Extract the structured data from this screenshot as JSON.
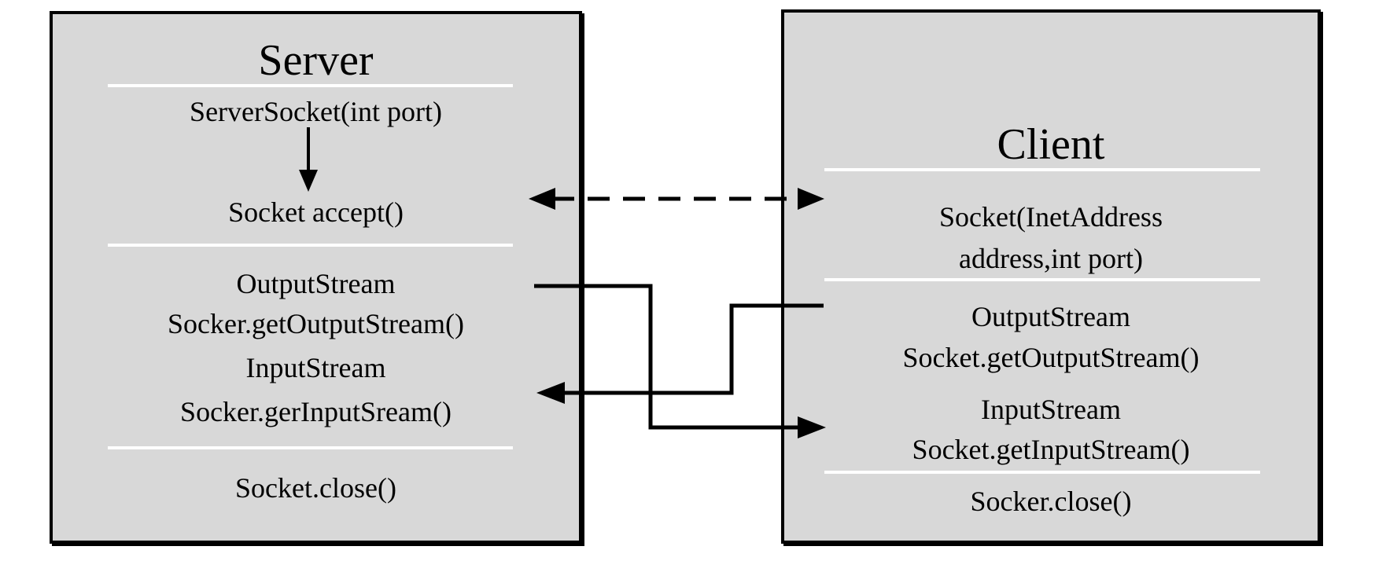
{
  "server": {
    "title": "Server",
    "constructor": "ServerSocket(int port)",
    "accept": "Socket accept()",
    "output_stream": [
      "OutputStream",
      "Socker.getOutputStream()"
    ],
    "input_stream": [
      "InputStream",
      "Socker.gerInputSream()"
    ],
    "close": "Socket.close()"
  },
  "client": {
    "title": "Client",
    "constructor": [
      "Socket(InetAddress",
      "address,int port)"
    ],
    "output_stream": [
      "OutputStream",
      "Socket.getOutputStream()"
    ],
    "input_stream": [
      "InputStream",
      "Socket.getInputStream()"
    ],
    "close": "Socker.close()"
  },
  "arrows": {
    "server_internal": "down-arrow from ServerSocket(int port) to Socket accept()",
    "handshake": "dashed double-headed arrow between Socket accept() and Socket(InetAddress address,int port)",
    "server_out_to_client_in": "solid stepped arrow from Server OutputStream to Client InputStream",
    "client_out_to_server_in": "solid stepped arrow from Client OutputStream to Server InputStream"
  },
  "colors": {
    "background": "#ffffff",
    "box_fill": "#d8d8d8",
    "box_border": "#000000",
    "separator": "#ffffff",
    "connector": "#000000",
    "text": "#000000"
  }
}
